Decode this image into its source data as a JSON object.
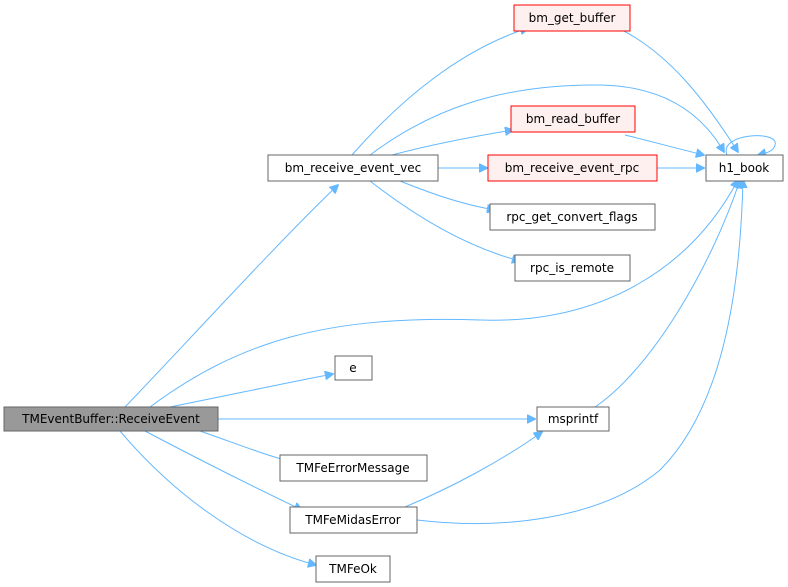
{
  "colors": {
    "edge": "#63b8ff",
    "node_fill": "#ffffff",
    "node_border": "#666666",
    "root_fill": "#999999",
    "truncated_fill": "#fff0f0",
    "truncated_border": "#ff0000"
  },
  "nodes": {
    "receive_event": "TMEventBuffer::ReceiveEvent",
    "bm_receive_event_vec": "bm_receive_event_vec",
    "bm_get_buffer": "bm_get_buffer",
    "bm_read_buffer": "bm_read_buffer",
    "bm_receive_event_rpc": "bm_receive_event_rpc",
    "rpc_get_convert_flags": "rpc_get_convert_flags",
    "rpc_is_remote": "rpc_is_remote",
    "h1_book": "h1_book",
    "e": "e",
    "msprintf": "msprintf",
    "tmfe_error_message": "TMFeErrorMessage",
    "tmfe_midas_error": "TMFeMidasError",
    "tmfe_ok": "TMFeOk"
  }
}
